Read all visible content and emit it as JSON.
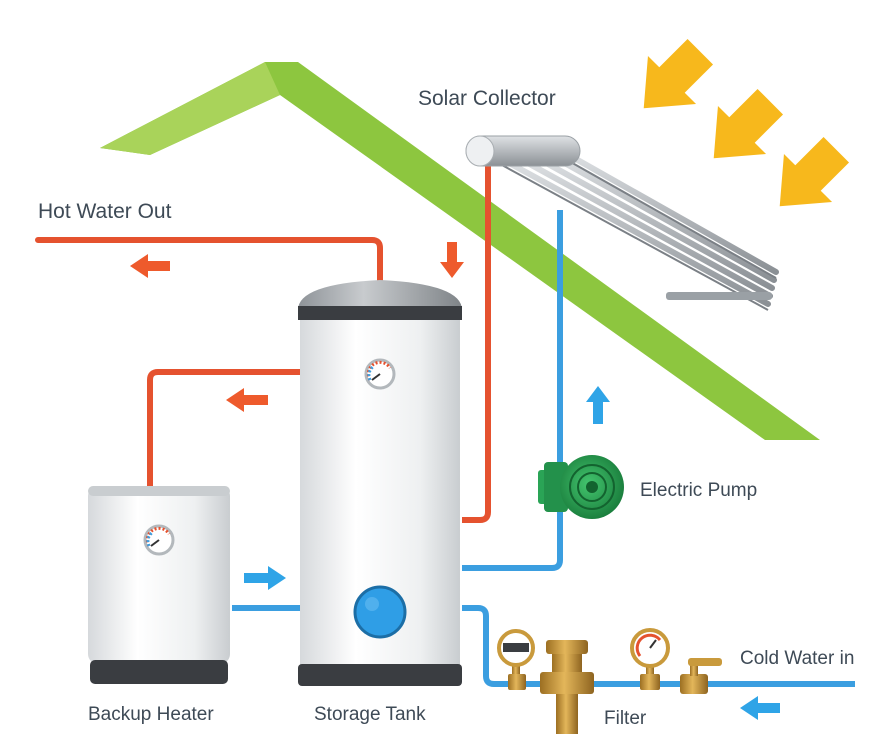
{
  "labels": {
    "solar_collector": "Solar Collector",
    "hot_water_out": "Hot Water Out",
    "electric_pump": "Electric Pump",
    "backup_heater": "Backup Heater",
    "storage_tank": "Storage Tank",
    "filter": "Filter",
    "cold_water_in": "Cold Water in"
  },
  "colors": {
    "hot_pipe": "#e5522f",
    "cold_pipe": "#3b9ee0",
    "roof": "#8dc63f",
    "sun_arrows": "#f7b81c",
    "flow_arrow_hot": "#ee5a2c",
    "flow_arrow_cold": "#2fa4e7",
    "pump": "#2aa456",
    "brass": "#c99a3c"
  },
  "icons": [
    "sun-ray-arrow-icon",
    "flow-arrow-icon",
    "thermometer-gauge-icon",
    "pressure-gauge-icon",
    "water-meter-icon",
    "valve-icon"
  ]
}
